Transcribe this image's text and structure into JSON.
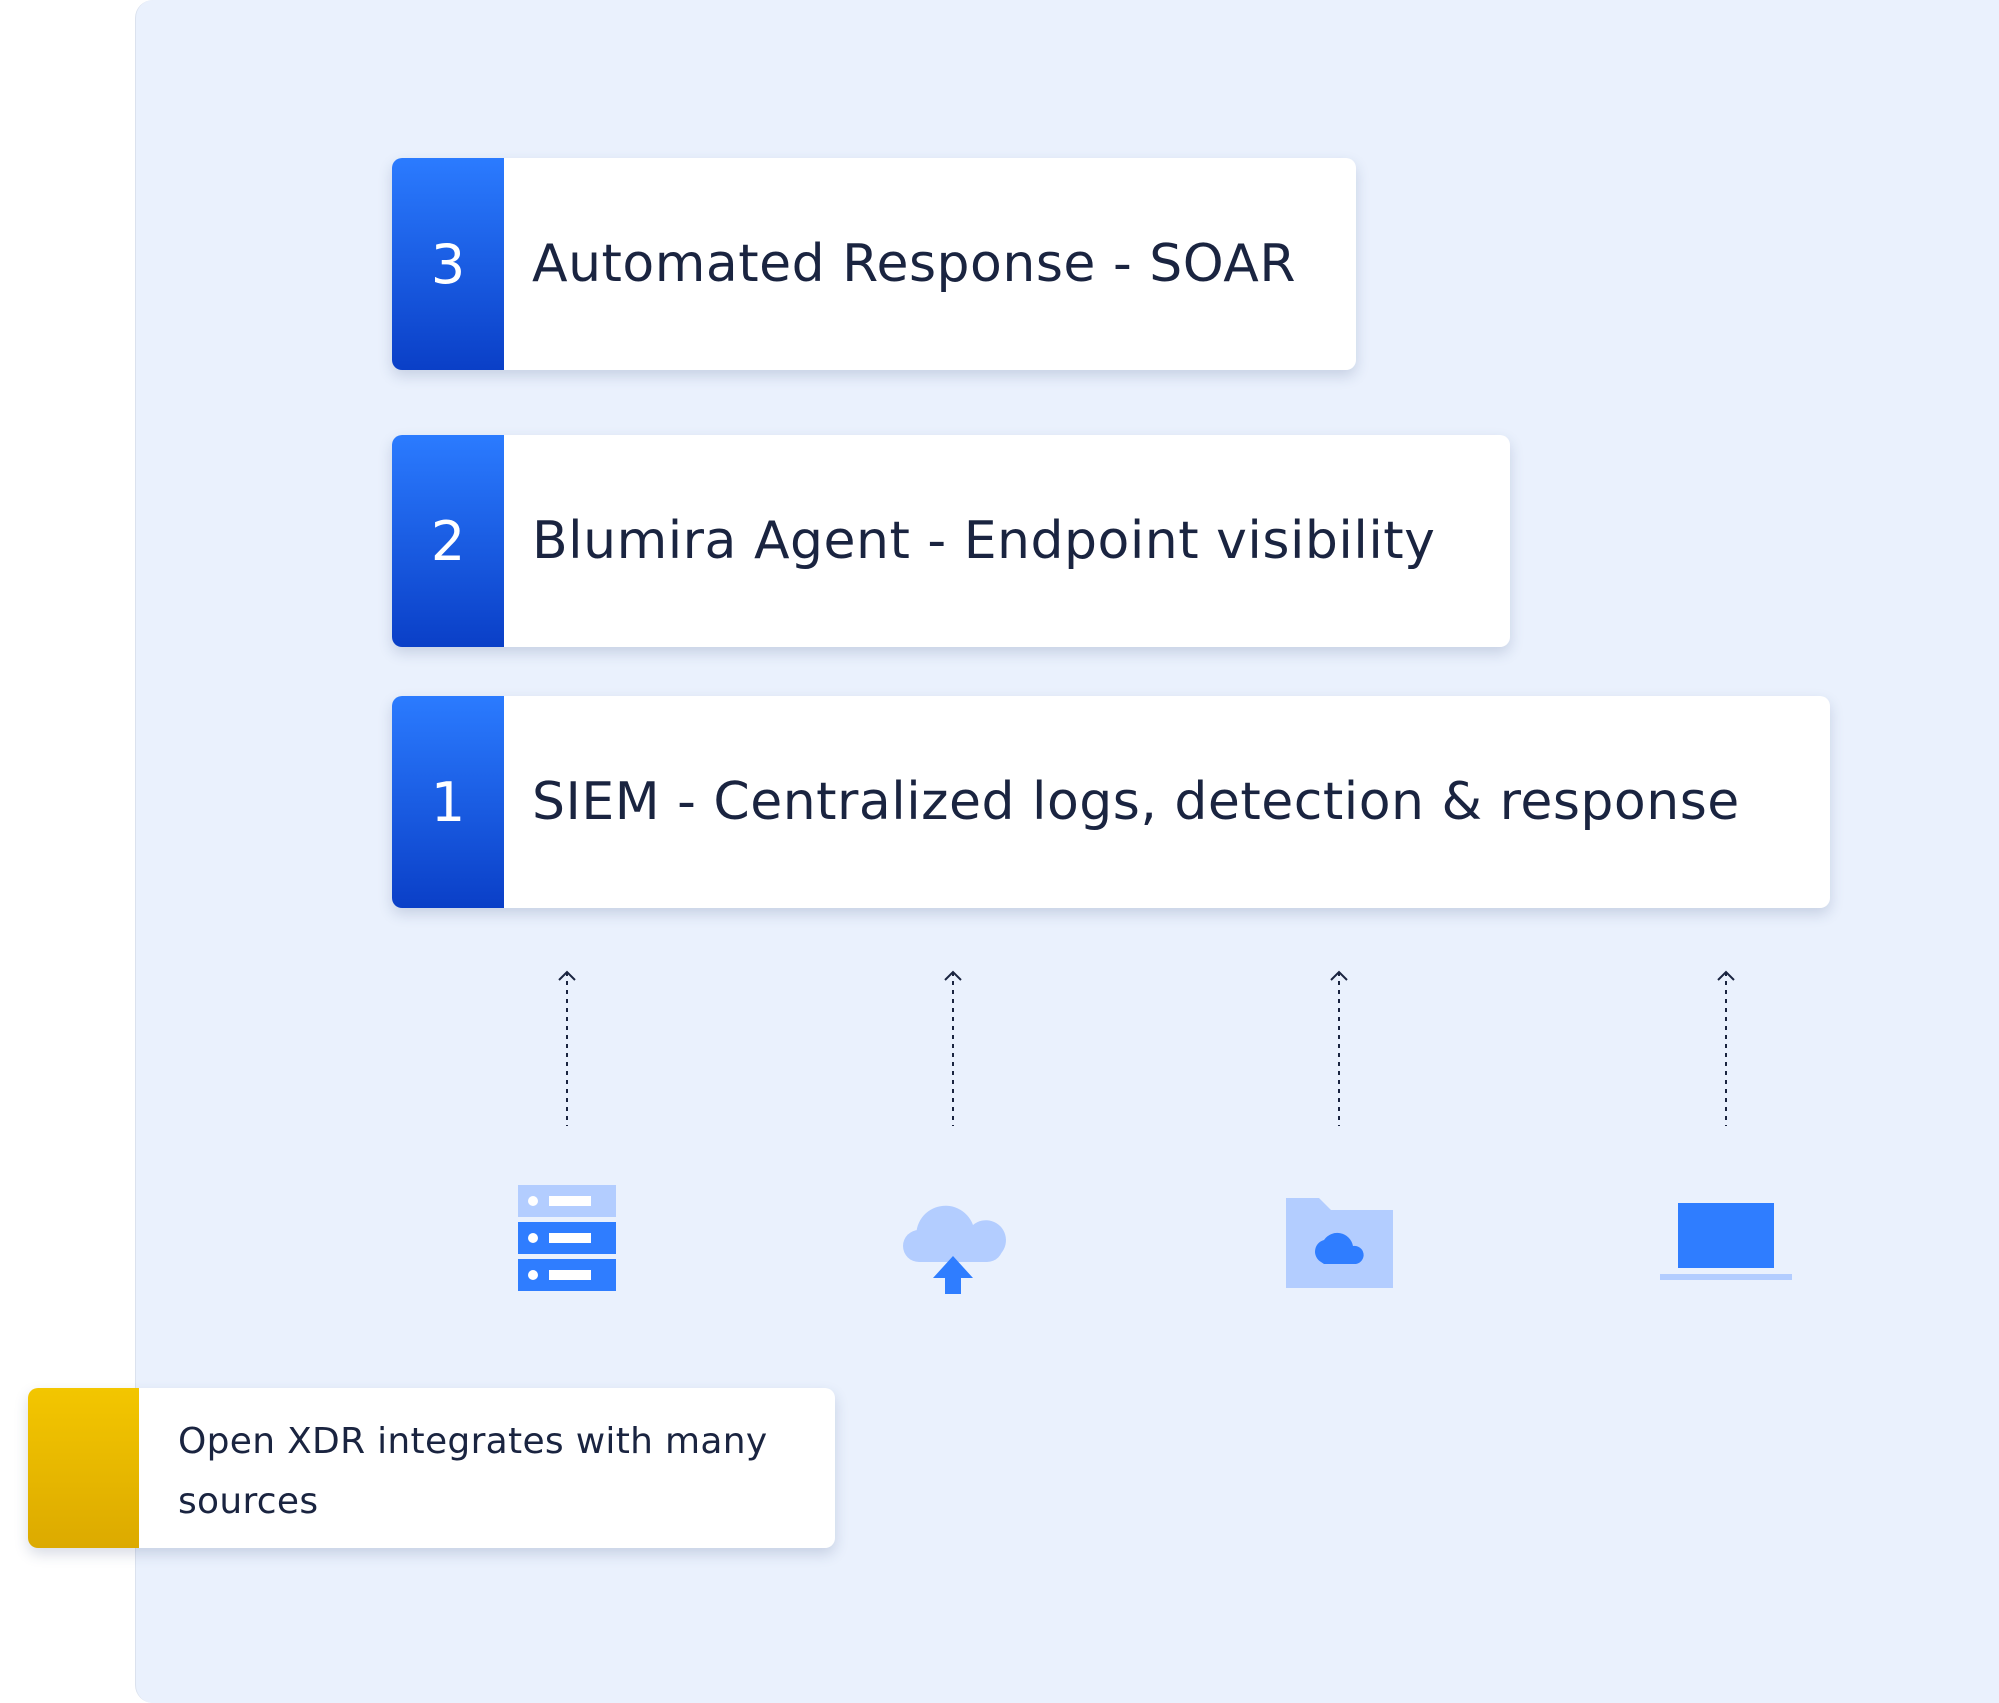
{
  "layers": [
    {
      "number": "3",
      "label": "Automated Response - SOAR"
    },
    {
      "number": "2",
      "label": "Blumira Agent - Endpoint visibility"
    },
    {
      "number": "1",
      "label": "SIEM - Centralized logs, detection & response"
    }
  ],
  "sources": [
    {
      "icon": "server-icon"
    },
    {
      "icon": "cloud-upload-icon"
    },
    {
      "icon": "cloud-folder-icon"
    },
    {
      "icon": "laptop-icon"
    }
  ],
  "note": {
    "text": "Open XDR integrates with many sources"
  },
  "colors": {
    "background": "#eaf1fd",
    "layer_accent": "#1f5fe6",
    "note_accent": "#ecbc00",
    "icon_primary": "#2f7dff",
    "icon_secondary": "#b3cdff",
    "text": "#1a2440"
  }
}
